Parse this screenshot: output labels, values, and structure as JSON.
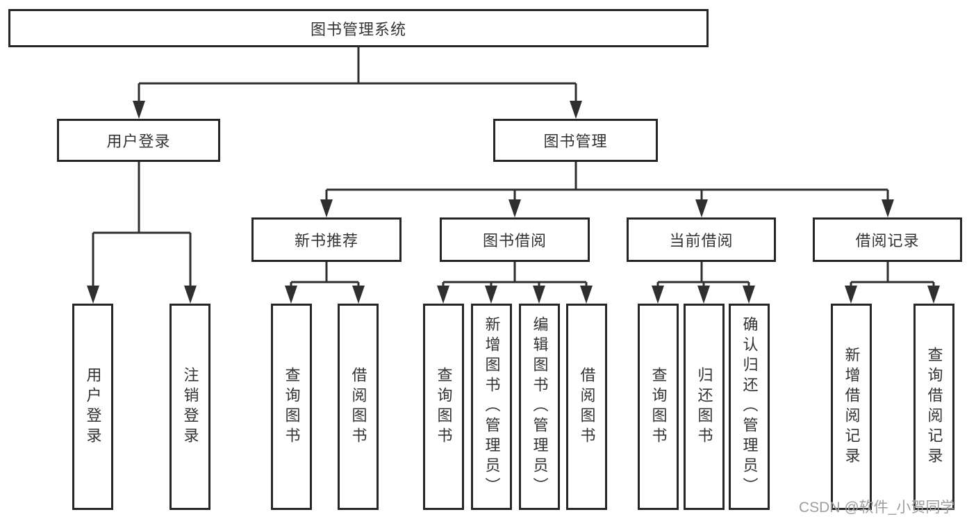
{
  "diagram": {
    "title": "图书管理系统",
    "level2": {
      "user_login": "用户登录",
      "book_mgmt": "图书管理"
    },
    "level3": {
      "new_books": "新书推荐",
      "book_borrow": "图书借阅",
      "current_borrow": "当前借阅",
      "borrow_records": "借阅记录"
    },
    "leaves": {
      "user_login": [
        "用户登录",
        "注销登录"
      ],
      "new_books": [
        "查询图书",
        "借阅图书"
      ],
      "book_borrow": [
        "查询图书",
        "新增图书（管理员）",
        "编辑图书（管理员）",
        "借阅图书"
      ],
      "current_borrow": [
        "查询图书",
        "归还图书",
        "确认归还（管理员）"
      ],
      "borrow_records": [
        "新增借阅记录",
        "查询借阅记录"
      ]
    }
  },
  "watermark": "CSDN @软件_小贺同学",
  "colors": {
    "line": "#2f2f2f",
    "box_border": "#262626",
    "text": "#333333",
    "watermark": "#9d9d9d",
    "background": "#ffffff"
  }
}
